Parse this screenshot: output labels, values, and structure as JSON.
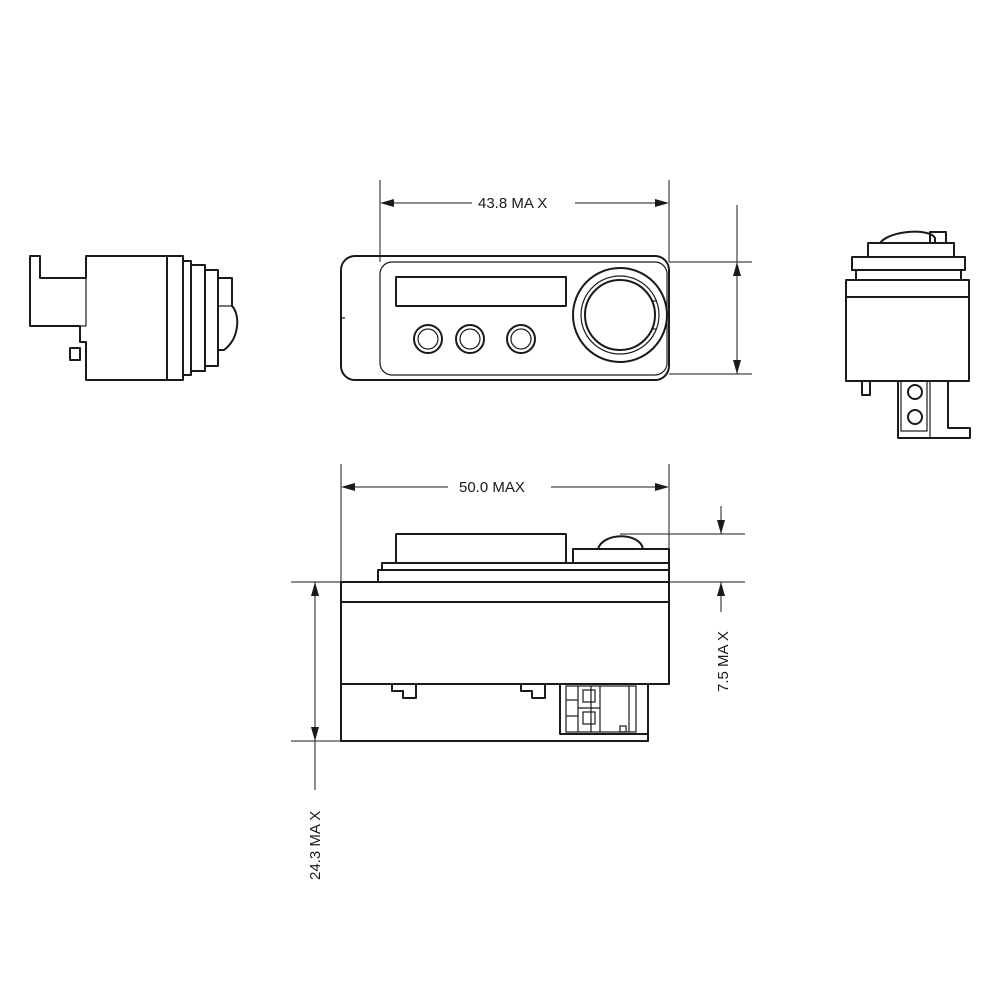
{
  "dimensions": {
    "front_width": "43.8   MA X",
    "top_width": "50.0 MAX",
    "side_height": "24.3 MA  X",
    "knob_height": "7.5 MA X"
  }
}
